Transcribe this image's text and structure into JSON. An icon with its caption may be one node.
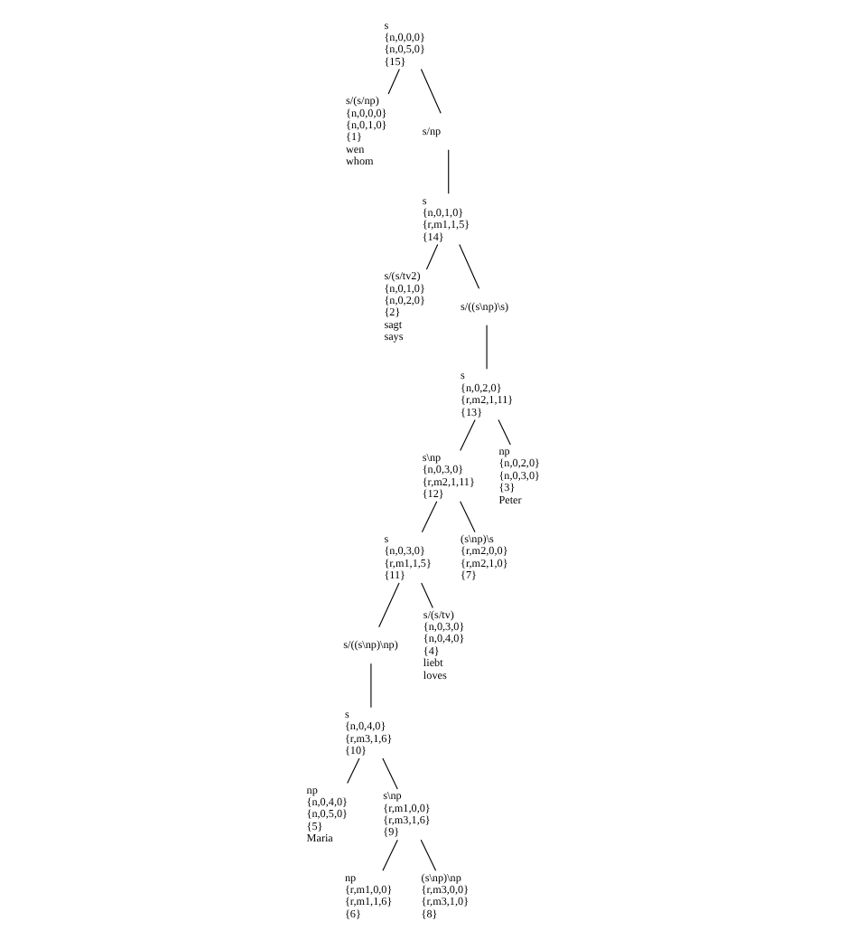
{
  "diagram": {
    "nodes": [
      {
        "text": [
          "s",
          "{n,0,0,0}",
          "{n,0,5,0}",
          "{15}"
        ]
      },
      {
        "text": [
          "s/(s/np)",
          "{n,0,0,0}",
          "{n,0,1,0}",
          "{1}",
          "wen",
          "whom"
        ]
      },
      {
        "text": [
          "s/np"
        ]
      },
      {
        "text": [
          "s",
          "{n,0,1,0}",
          "{r,m1,1,5}",
          "{14}"
        ]
      },
      {
        "text": [
          "s/(s/tv2)",
          "{n,0,1,0}",
          "{n,0,2,0}",
          "{2}",
          "sagt",
          "says"
        ]
      },
      {
        "text": [
          "s/((s\\np)\\s)"
        ]
      },
      {
        "text": [
          "s",
          "{n,0,2,0}",
          "{r,m2,1,11}",
          "{13}"
        ]
      },
      {
        "text": [
          "s\\np",
          "{n,0,3,0}",
          "{r,m2,1,11}",
          "{12}"
        ]
      },
      {
        "text": [
          "s",
          "{n,0,3,0}",
          "{r,m1,1,5}",
          "{11}"
        ]
      },
      {
        "text": [
          "np",
          "{n,0,2,0}",
          "{n,0,3,0}",
          "{3}",
          "Peter"
        ]
      },
      {
        "text": [
          "s/((s\\np)\\np)"
        ]
      },
      {
        "text": [
          "s",
          "{n,0,4,0}",
          "{r,m3,1,6}",
          "{10}"
        ]
      },
      {
        "text": [
          "(s\\np)\\s",
          "{r,m2,0,0}",
          "{r,m2,1,0}",
          "{7}"
        ]
      },
      {
        "text": [
          "s/(s/tv)",
          "{n,0,3,0}",
          "{n,0,4,0}",
          "{4}",
          "liebt",
          "loves"
        ]
      },
      {
        "text": [
          "np",
          "{n,0,4,0}",
          "{n,0,5,0}",
          "{5}",
          "Maria"
        ]
      },
      {
        "text": [
          "s\\np",
          "{r,m1,0,0}",
          "{r,m3,1,6}",
          "{9}"
        ]
      },
      {
        "text": [
          "np",
          "{r,m1,0,0}",
          "{r,m1,1,6}",
          "{6}"
        ]
      },
      {
        "text": [
          "(s\\np)\\np",
          "{r,m3,0,0}",
          "{r,m3,1,0}",
          "{8}"
        ]
      }
    ],
    "edges": [
      {
        "from": 0,
        "to": 1,
        "arrow": "none"
      },
      {
        "from": 0,
        "to": 2,
        "arrow": "none"
      },
      {
        "from": 2,
        "to": 3,
        "arrow": "none"
      },
      {
        "from": 3,
        "to": 4,
        "arrow": "none"
      },
      {
        "from": 3,
        "to": 5,
        "arrow": "none"
      },
      {
        "from": 5,
        "to": 6,
        "arrow": "none"
      },
      {
        "from": 6,
        "to": 9,
        "arrow": "none"
      },
      {
        "from": 6,
        "to": 7,
        "arrow": "none"
      },
      {
        "from": 7,
        "to": 8,
        "arrow": "none"
      },
      {
        "from": 7,
        "to": 12,
        "arrow": "none"
      },
      {
        "from": 8,
        "to": 13,
        "arrow": "none"
      },
      {
        "from": 8,
        "to": 10,
        "arrow": "none"
      },
      {
        "from": 10,
        "to": 11,
        "arrow": "none"
      },
      {
        "from": 11,
        "to": 14,
        "arrow": "none"
      },
      {
        "from": 11,
        "to": 15,
        "arrow": "none"
      },
      {
        "from": 15,
        "to": 16,
        "arrow": "none"
      },
      {
        "from": 15,
        "to": 17,
        "arrow": "none"
      }
    ]
  }
}
